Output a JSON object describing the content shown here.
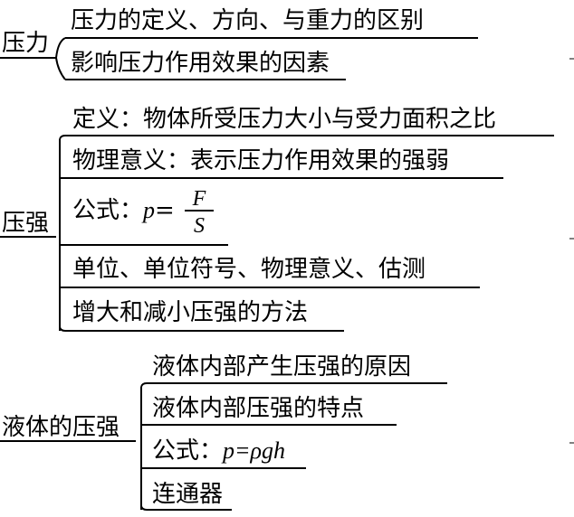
{
  "groups": [
    {
      "root": "压力",
      "items": [
        "压力的定义、方向、与重力的区别",
        "影响压力作用效果的因素"
      ]
    },
    {
      "root": "压强",
      "items": [
        "定义：物体所受压力大小与受力面积之比",
        "物理意义：表示压力作用效果的强弱",
        "单位、单位符号、物理意义、估测",
        "增大和减小压强的方法"
      ],
      "formula": {
        "prefix": "公式：",
        "lhs": "p",
        "eq": "=",
        "numerator": "F",
        "denominator": "S"
      }
    },
    {
      "root": "液体的压强",
      "items": [
        "液体内部产生压强的原因",
        "液体内部压强的特点",
        "连通器"
      ],
      "formula": {
        "prefix": "公式：",
        "expr": "p=ρgh"
      }
    }
  ]
}
